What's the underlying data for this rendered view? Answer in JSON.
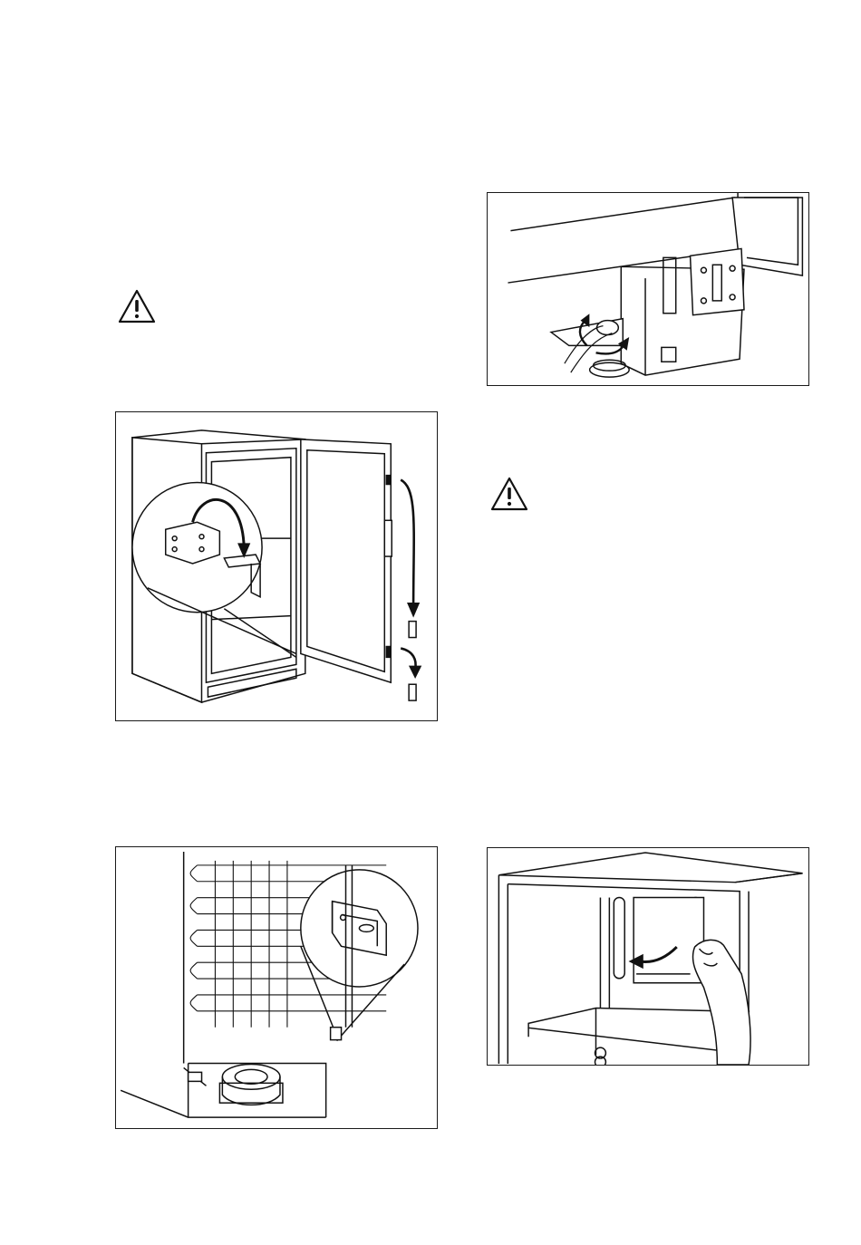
{
  "page": {
    "warnings": [
      {
        "icon": "warning-triangle-icon"
      },
      {
        "icon": "warning-triangle-icon"
      }
    ],
    "figures": [
      {
        "subject": "door-hinge-removal"
      },
      {
        "subject": "adjustable-foot"
      },
      {
        "subject": "rear-spacer-bracket"
      },
      {
        "subject": "shelf-removal"
      }
    ]
  }
}
